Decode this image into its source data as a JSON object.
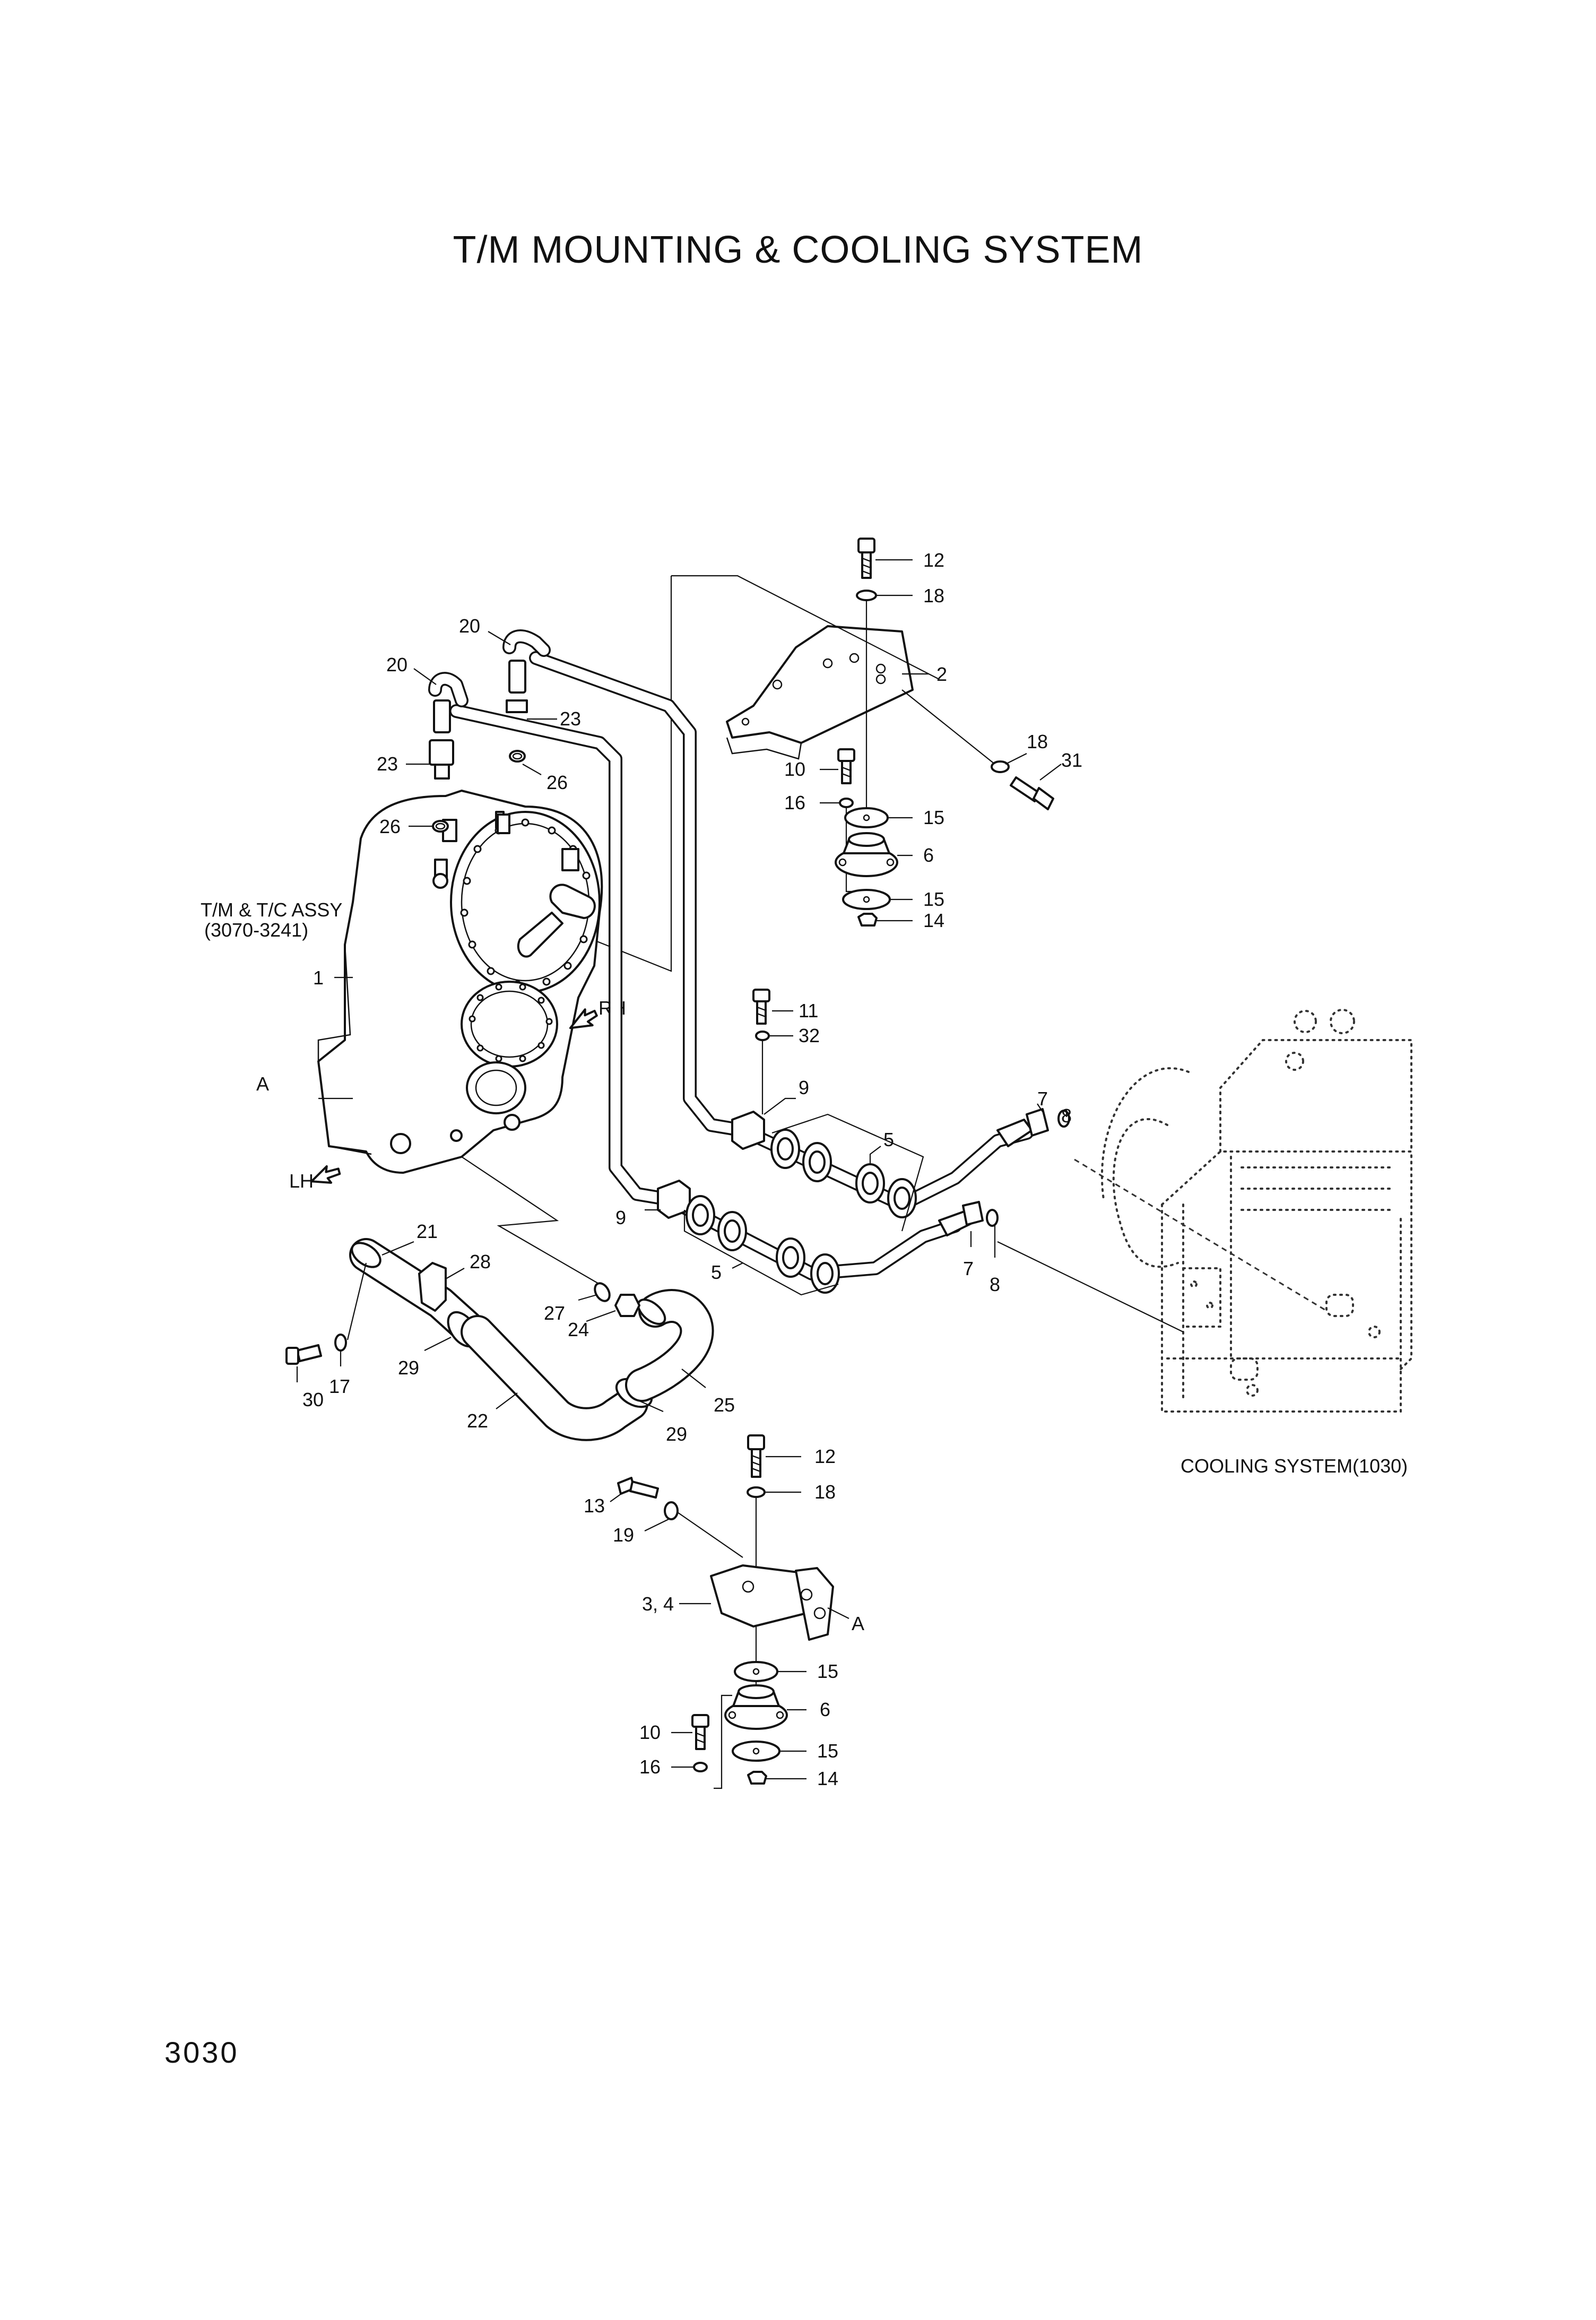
{
  "title": "T/M MOUNTING & COOLING SYSTEM",
  "page_number": "3030",
  "assembly_labels": {
    "tm_tc_assy_line1": "T/M & T/C ASSY",
    "tm_tc_assy_line2": "(3070-3241)",
    "cooling_system": "COOLING SYSTEM(1030)",
    "rh": "RH",
    "lh": "LH",
    "ref_a_left": "A",
    "ref_a_bottom": "A"
  },
  "callouts": {
    "c12_top": "12",
    "c18_top": "18",
    "c2": "2",
    "c18_right": "18",
    "c31": "31",
    "c10_top": "10",
    "c16_top": "16",
    "c15_top_a": "15",
    "c6_top": "6",
    "c15_top_b": "15",
    "c14_top": "14",
    "c20_a": "20",
    "c20_b": "20",
    "c23_a": "23",
    "c23_b": "23",
    "c26_a": "26",
    "c26_b": "26",
    "c1": "1",
    "c11": "11",
    "c32": "32",
    "c9_a": "9",
    "c9_b": "9",
    "c5_a": "5",
    "c5_b": "5",
    "c7_a": "7",
    "c8_a": "8",
    "c7_b": "7",
    "c8_b": "8",
    "c21": "21",
    "c28": "28",
    "c27": "27",
    "c24": "24",
    "c29_a": "29",
    "c29_b": "29",
    "c30": "30",
    "c17": "17",
    "c22": "22",
    "c25": "25",
    "c12_bot": "12",
    "c18_bot": "18",
    "c13": "13",
    "c19": "19",
    "c3_4": "3, 4",
    "c15_bot_a": "15",
    "c6_bot": "6",
    "c10_bot": "10",
    "c15_bot_b": "15",
    "c16_bot": "16",
    "c14_bot": "14"
  }
}
